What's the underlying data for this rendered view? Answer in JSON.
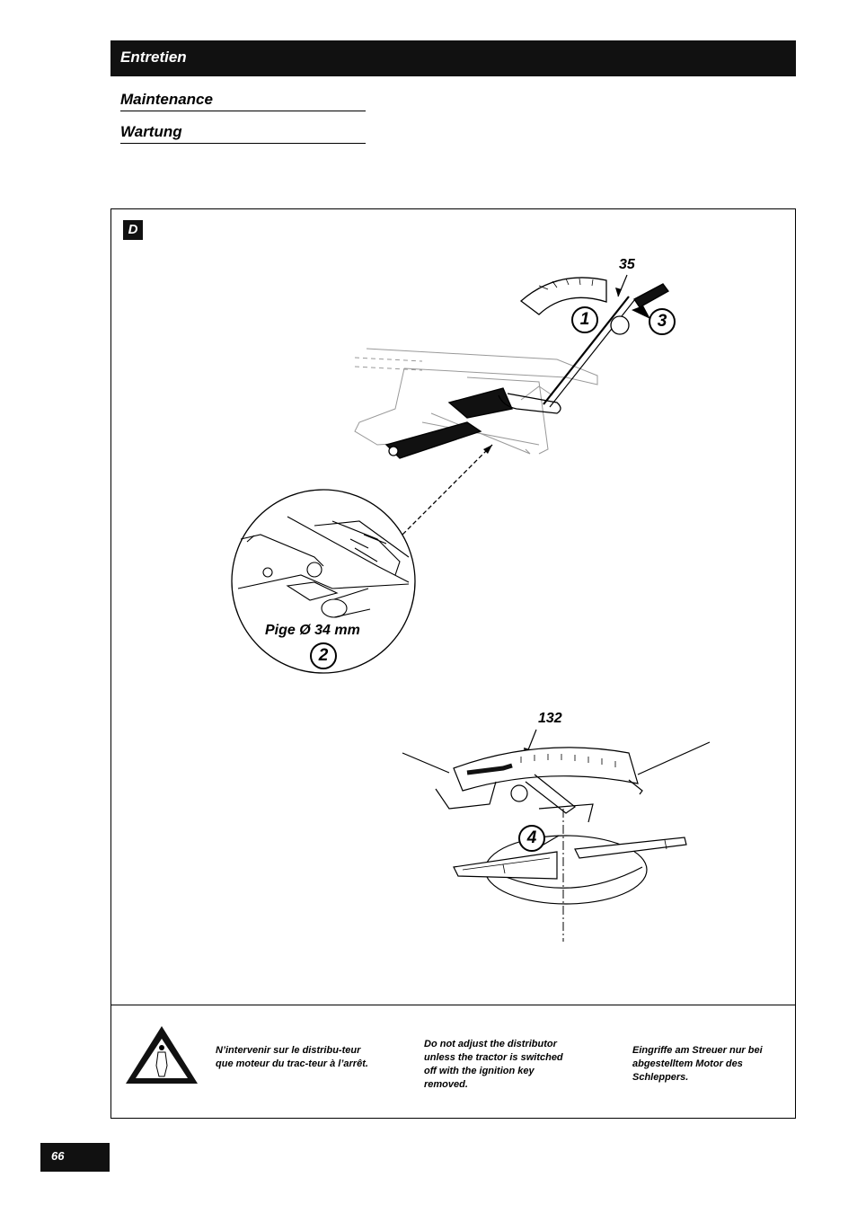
{
  "header": {
    "title": "Entretien"
  },
  "subtitles": {
    "en": "Maintenance",
    "de": "Wartung"
  },
  "figure": {
    "section_label": "D",
    "callouts": {
      "lever_ref": "35",
      "scale_ref": "132"
    },
    "steps": [
      "1",
      "2",
      "3",
      "4"
    ],
    "gauge_label": "Pige Ø 34 mm"
  },
  "warning": {
    "icon": "warning-triangle-person-icon",
    "fr": "N’intervenir sur le distribu-teur que moteur du trac-teur à l’arrêt.",
    "en": "Do not adjust the distributor unless the tractor is switched off with the ignition key removed.",
    "de": "Eingriffe am Streuer nur bei abgestelltem Motor des Schleppers."
  },
  "page": {
    "number": "66"
  },
  "colors": {
    "ink": "#111111",
    "paper": "#ffffff"
  }
}
